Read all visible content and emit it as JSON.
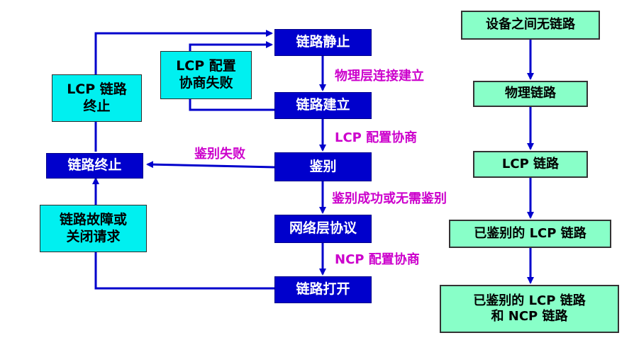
{
  "left_flow": {
    "link_dead": "链路静止",
    "link_establish": "链路建立",
    "authenticate": "鉴别",
    "network_protocol": "网络层协议",
    "link_open": "链路打开",
    "link_terminate": "链路终止",
    "lcp_terminate": [
      "LCP 链路",
      "终止"
    ],
    "lcp_config_fail": [
      "LCP 配置",
      "协商失败"
    ],
    "fault_or_close": [
      "链路故障或",
      "关闭请求"
    ]
  },
  "labels": {
    "physical_connect": "物理层连接建立",
    "lcp_negotiate": "LCP 配置协商",
    "auth_fail": "鉴别失败",
    "auth_success": "鉴别成功或无需鉴别",
    "ncp_negotiate": "NCP 配置协商"
  },
  "right_flow": {
    "no_link": "设备之间无链路",
    "physical_link": "物理链路",
    "lcp_link": "LCP 链路",
    "auth_lcp_link": "已鉴别的 LCP 链路",
    "auth_lcp_ncp_link": [
      "已鉴别的 LCP 链路",
      "和 NCP 链路"
    ]
  },
  "colors": {
    "state_box": "#0000cc",
    "event_box": "#00f0f0",
    "right_box": "#88ffc8",
    "label_text": "#cc00cc",
    "arrow": "#0000cc"
  }
}
